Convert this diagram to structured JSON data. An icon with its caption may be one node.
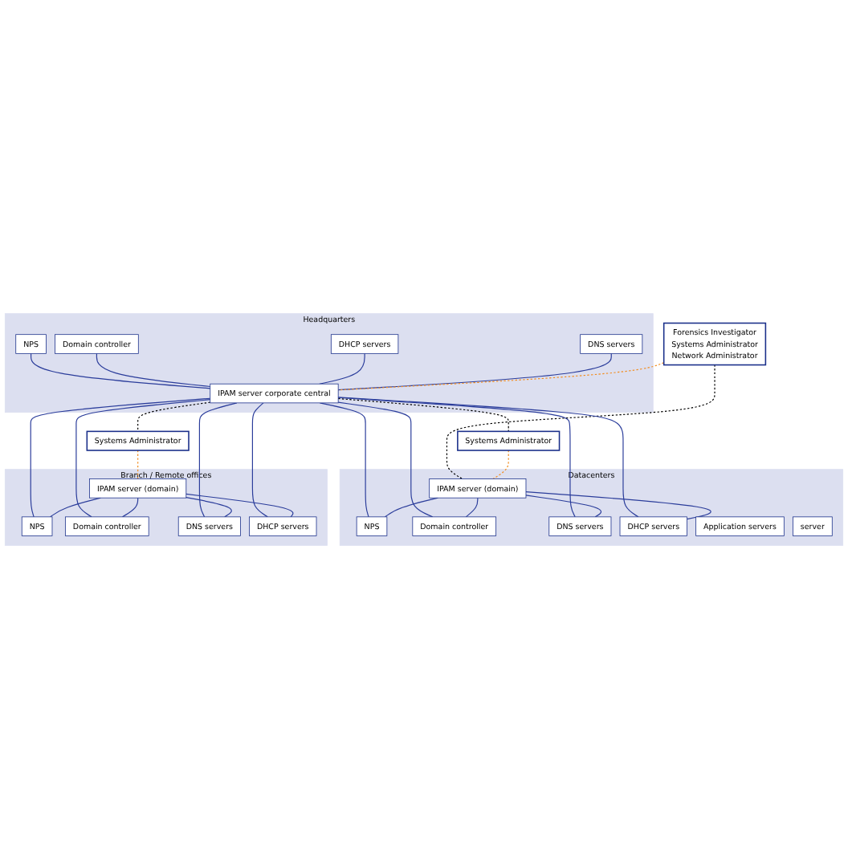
{
  "diagram": {
    "nodes": [
      {
        "text": [
          "Headquarters"
        ]
      },
      {
        "text": [
          "NPS"
        ],
        "in": 0
      },
      {
        "text": [
          "Domain controller"
        ],
        "in": 0
      },
      {
        "text": [
          "DHCP servers"
        ],
        "in": 0
      },
      {
        "text": [
          "DNS servers"
        ],
        "in": 0
      },
      {
        "text": [
          "IPAM server corporate central"
        ],
        "in": 0
      },
      {
        "text": [
          "Forensics Investigator",
          "Systems Administrator",
          "Network Administrator"
        ]
      },
      {
        "text": [
          "Systems Administrator"
        ]
      },
      {
        "text": [
          "Systems Administrator"
        ]
      },
      {
        "text": [
          "Datacenters"
        ]
      },
      {
        "text": [
          "IPAM server (domain)"
        ],
        "in": 9
      },
      {
        "text": [
          "NPS"
        ],
        "in": 9
      },
      {
        "text": [
          "Domain controller"
        ],
        "in": 9
      },
      {
        "text": [
          "DNS servers"
        ],
        "in": 9
      },
      {
        "text": [
          "DHCP servers"
        ],
        "in": 9
      },
      {
        "text": [
          "Application servers"
        ],
        "in": 9
      },
      {
        "text": [
          "server"
        ],
        "in": 9
      },
      {
        "text": [
          "Branch / Remote offices"
        ]
      },
      {
        "text": [
          "NPS"
        ],
        "in": 17
      },
      {
        "text": [
          "Domain controller"
        ],
        "in": 17
      },
      {
        "text": [
          "DNS servers"
        ],
        "in": 17
      },
      {
        "text": [
          "DHCP servers"
        ],
        "in": 17
      },
      {
        "text": [
          "IPAM server (domain)"
        ],
        "in": 17
      }
    ],
    "edges": [
      {
        "from": 1,
        "to": 5,
        "arrow": "none"
      },
      {
        "from": 2,
        "to": 5,
        "arrow": "none"
      },
      {
        "from": 3,
        "to": 5,
        "arrow": "none"
      },
      {
        "from": 4,
        "to": 5,
        "arrow": "none"
      },
      {
        "from": 6,
        "to": 5,
        "arrow": "none",
        "style": "dashed",
        "color": "#f28c1e"
      },
      {
        "from": 6,
        "to": 10,
        "arrow": "none",
        "style": "dashed",
        "color": "#000000"
      },
      {
        "from": 5,
        "to": 7,
        "arrow": "none",
        "style": "dashed",
        "color": "#000000"
      },
      {
        "from": 5,
        "to": 8,
        "arrow": "none",
        "style": "dashed",
        "color": "#000000"
      },
      {
        "from": 7,
        "to": 10,
        "arrow": "none",
        "style": "dashed",
        "color": "#f28c1e"
      },
      {
        "from": 8,
        "to": 22,
        "arrow": "none",
        "style": "dashed",
        "color": "#f28c1e"
      },
      {
        "from": 5,
        "to": 11,
        "arrow": "none"
      },
      {
        "from": 5,
        "to": 12,
        "arrow": "none"
      },
      {
        "from": 5,
        "to": 13,
        "arrow": "none"
      },
      {
        "from": 5,
        "to": 14,
        "arrow": "none"
      },
      {
        "from": 10,
        "to": 11,
        "arrow": "none"
      },
      {
        "from": 10,
        "to": 12,
        "arrow": "none"
      },
      {
        "from": 10,
        "to": 13,
        "arrow": "none"
      },
      {
        "from": 10,
        "to": 14,
        "arrow": "none"
      },
      {
        "from": 5,
        "to": 18,
        "arrow": "none"
      },
      {
        "from": 5,
        "to": 19,
        "arrow": "none"
      },
      {
        "from": 5,
        "to": 20,
        "arrow": "none"
      },
      {
        "from": 5,
        "to": 21,
        "arrow": "none"
      },
      {
        "from": 22,
        "to": 18,
        "arrow": "none"
      },
      {
        "from": 22,
        "to": 19,
        "arrow": "none"
      },
      {
        "from": 22,
        "to": 20,
        "arrow": "none"
      },
      {
        "from": 22,
        "to": 21,
        "arrow": "none"
      }
    ]
  }
}
